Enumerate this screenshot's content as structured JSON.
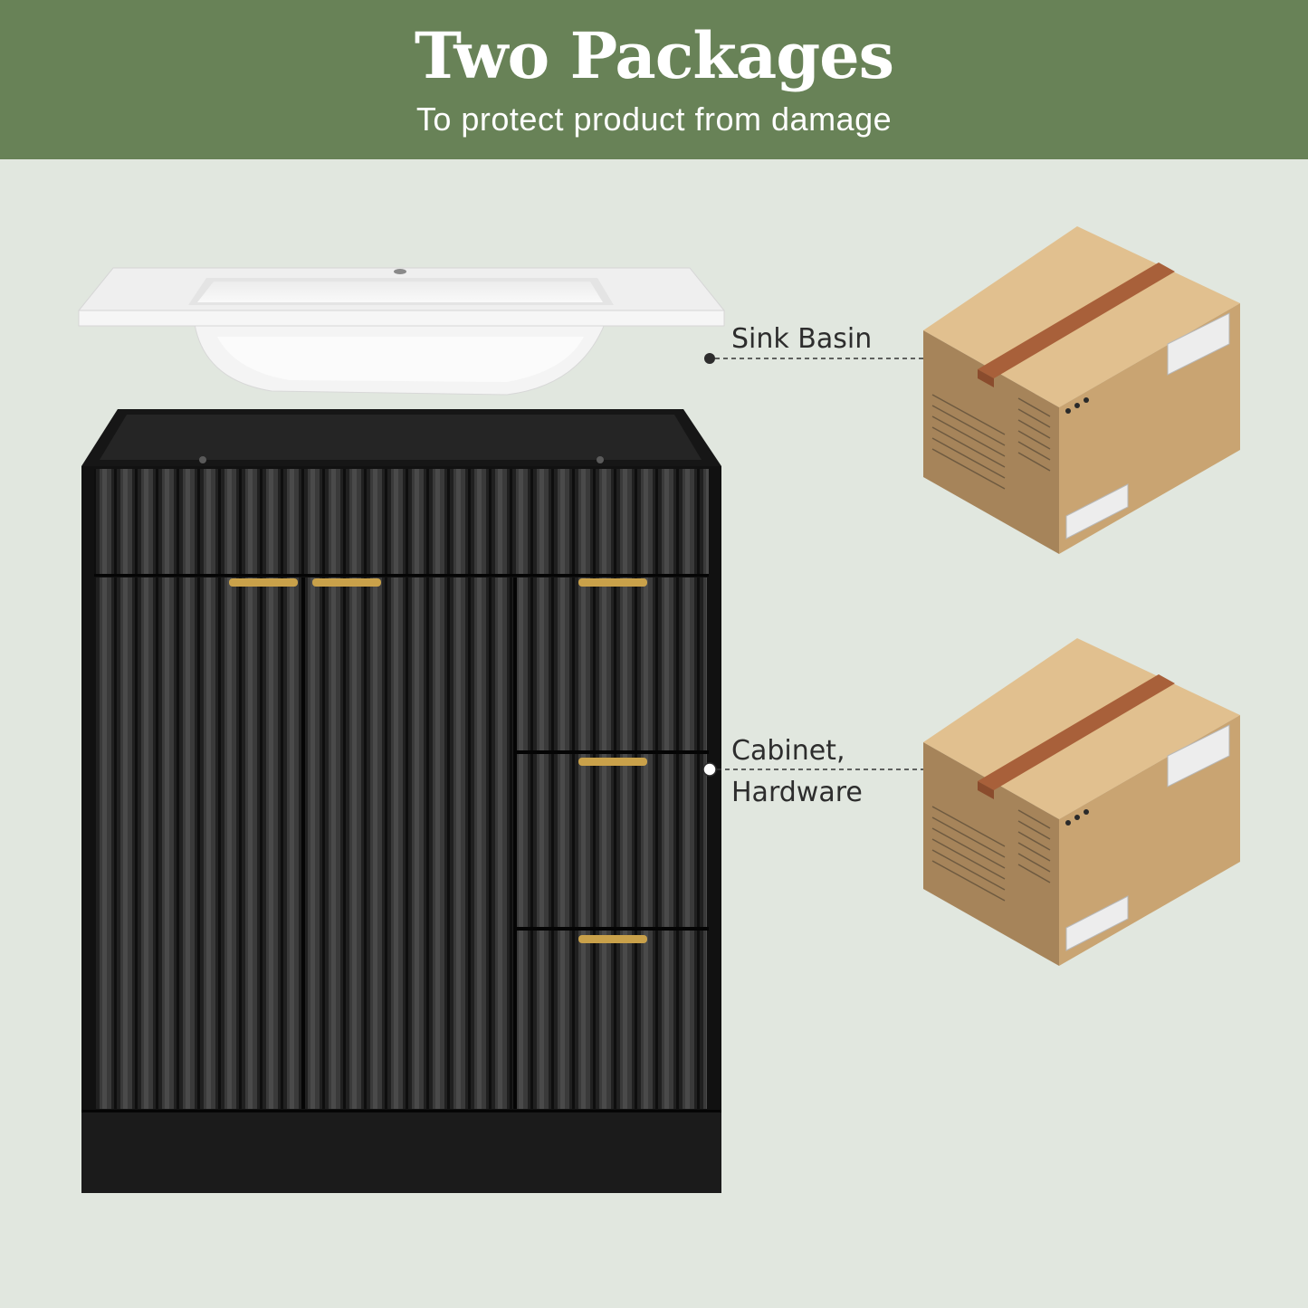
{
  "header": {
    "title": "Two Packages",
    "subtitle": "To protect product from damage"
  },
  "packages": [
    {
      "label": "Sink Basin"
    },
    {
      "label_line1": "Cabinet,",
      "label_line2": "Hardware"
    }
  ],
  "colors": {
    "header_bg": "#688257",
    "page_bg": "#e1e7df",
    "cabinet": "#1c1c1c",
    "handle_gold": "#c9a14a",
    "box_top": "#e1c08f",
    "box_left": "#a6845a",
    "box_right": "#c9a472",
    "tape": "#a8603a"
  },
  "icons": [
    "sink-basin-image",
    "cabinet-image",
    "package-box-icon"
  ]
}
